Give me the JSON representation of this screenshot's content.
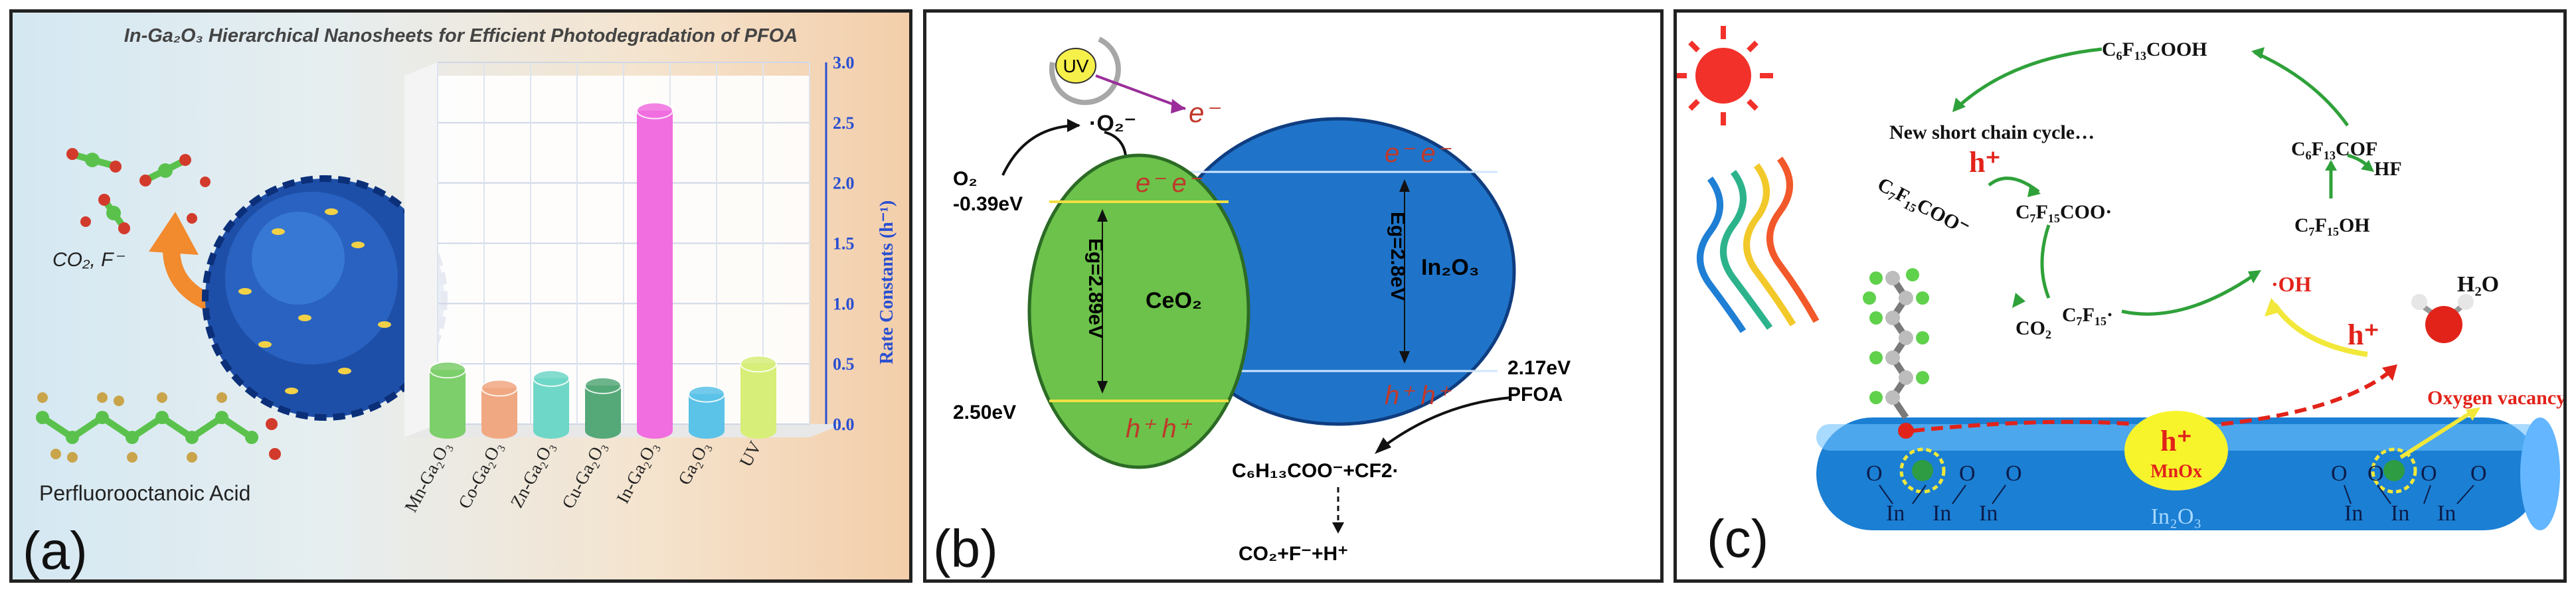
{
  "panel_a": {
    "title": "In-Ga₂O₃ Hierarchical Nanosheets for Efficient Photodegradation of PFOA",
    "byproducts": "CO₂, F⁻",
    "molecule_label": "Perfluorooctanoic Acid",
    "panel_label": "(a)",
    "chart_data": {
      "type": "bar",
      "categories": [
        "Mn-Ga₂O₃",
        "Co-Ga₂O₃",
        "Zn-Ga₂O₃",
        "Cu-Ga₂O₃",
        "In-Ga₂O₃",
        "Ga₂O₃",
        "UV"
      ],
      "values": [
        0.45,
        0.3,
        0.38,
        0.32,
        2.6,
        0.25,
        0.5
      ],
      "colors": [
        "#7ccf6a",
        "#f0a882",
        "#6fd7c7",
        "#55a878",
        "#f06ee0",
        "#5bc2e8",
        "#d7ef78"
      ],
      "ylabel": "Rate Constants (h⁻¹)",
      "ylim": [
        0,
        3.0
      ],
      "yticks": [
        "0.0",
        "0.5",
        "1.0",
        "1.5",
        "2.0",
        "2.5",
        "3.0"
      ],
      "grid": true
    }
  },
  "panel_b": {
    "panel_label": "(b)",
    "uv": "UV",
    "electron": "e⁻",
    "superoxide": "·O₂⁻",
    "o2": "O₂",
    "o2_potential": "-0.39eV",
    "ceo2": "CeO₂",
    "ceo2_gap": "Eg=2.89eV",
    "ceo2_vb": "2.50eV",
    "in2o3": "In₂O₃",
    "in2o3_gap": "Eg=2.8eV",
    "in2o3_vb": "2.17eV",
    "e_left": "e⁻  e⁻",
    "e_right": "e⁻  e⁻",
    "h_left": "h⁺  h⁺",
    "h_right": "h⁺  h⁺",
    "pfoa": "PFOA",
    "intermediate": "C₆H₁₃COO⁻+CF2·",
    "products": "CO₂+F⁻+H⁺"
  },
  "panel_c": {
    "panel_label": "(c)",
    "cycle_label": "New short chain cycle…",
    "hplus": "h⁺",
    "c7f15coo_minus": "C₇F₁₅COO⁻",
    "c7f15coo_rad": "C₇F₁₅COO·",
    "co2": "CO₂",
    "c7f15_rad": "C₇F₁₅·",
    "c7f15oh": "C₇F₁₅OH",
    "hf": "HF",
    "c6f13cof": "C₆F₁₃COF",
    "c6f13cooh": "C₆F₁₃COOH",
    "oh_rad": "·OH",
    "h2o": "H₂O",
    "hplus2": "h⁺",
    "oxygen_vacancy": "Oxygen vacancy",
    "mnox_h": "h⁺",
    "mnox": "MnOx",
    "in2o3": "In₂O₃",
    "o": "O",
    "in": "In"
  }
}
